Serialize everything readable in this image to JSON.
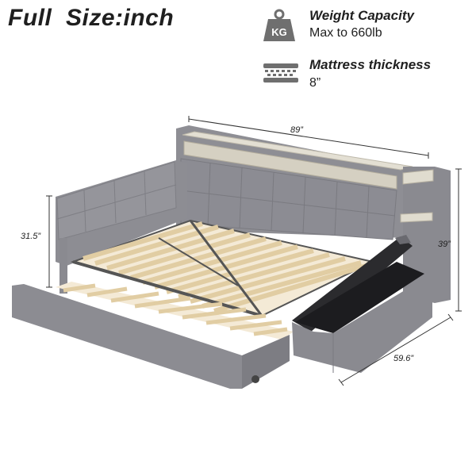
{
  "header": {
    "title": "Full  Size:inch"
  },
  "features": [
    {
      "icon": "kg-weight-icon",
      "title": "Weight Capacity",
      "value": "Max to 660lb"
    },
    {
      "icon": "mattress-icon",
      "title": "Mattress thickness",
      "value": "8”"
    }
  ],
  "weight_icon_label": "KG",
  "dimensions": {
    "length": "89”",
    "width": "59.6”",
    "height": "39”",
    "side_height": "31.5”"
  },
  "colors": {
    "upholstery": "#8a8a90",
    "slats": "#e8d5b0",
    "frame": "#555555",
    "shelf_wood": "#d9d6cc"
  }
}
